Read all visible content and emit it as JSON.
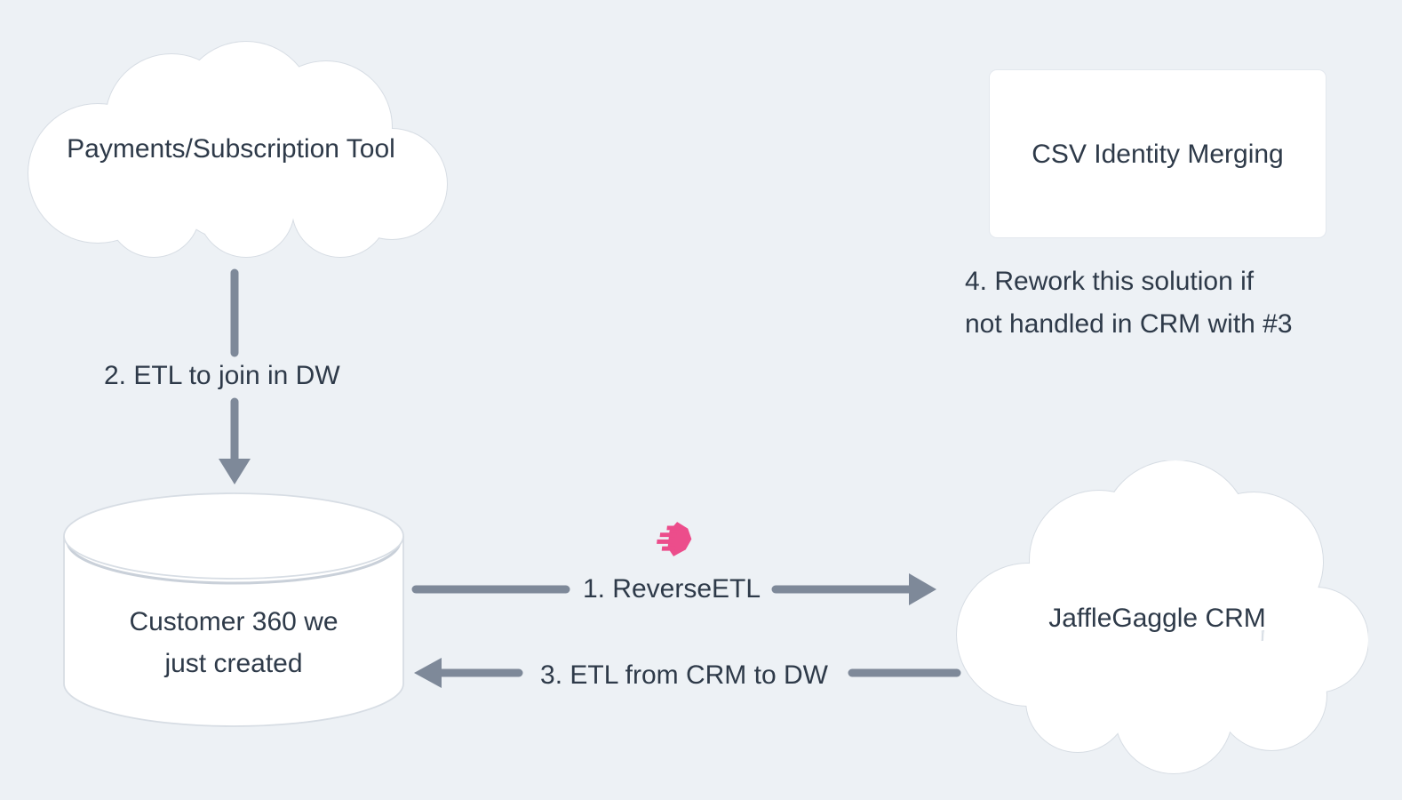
{
  "diagram": {
    "type": "data-flow-diagram",
    "colors": {
      "background": "#EDF1F5",
      "text": "#2E3A49",
      "arrow": "#7E8999",
      "shape_fill": "#FFFFFF",
      "shape_border": "#D7DDE4",
      "accent_pink": "#EC4D8B"
    },
    "nodes": {
      "payments_cloud": {
        "shape": "cloud",
        "label": "Payments/Subscription Tool"
      },
      "csv_card": {
        "shape": "rectangle",
        "label": "CSV Identity Merging"
      },
      "customer_db": {
        "shape": "database-cylinder",
        "label_line1": "Customer 360 we",
        "label_line2": "just created"
      },
      "crm_cloud": {
        "shape": "cloud",
        "label": "JaffleGaggle CRM"
      }
    },
    "edges": {
      "etl_join": {
        "from": "payments_cloud",
        "to": "customer_db",
        "label": "2. ETL to join in DW",
        "direction": "down"
      },
      "reverse_etl": {
        "from": "customer_db",
        "to": "crm_cloud",
        "label": "1. ReverseETL",
        "direction": "right",
        "icon": "hightouch-logo-icon"
      },
      "etl_from_crm": {
        "from": "crm_cloud",
        "to": "customer_db",
        "label": "3. ETL from CRM to DW",
        "direction": "left"
      }
    },
    "annotations": {
      "rework_note": {
        "line1": "4. Rework this solution if",
        "line2": "not handled in CRM with #3"
      }
    }
  }
}
